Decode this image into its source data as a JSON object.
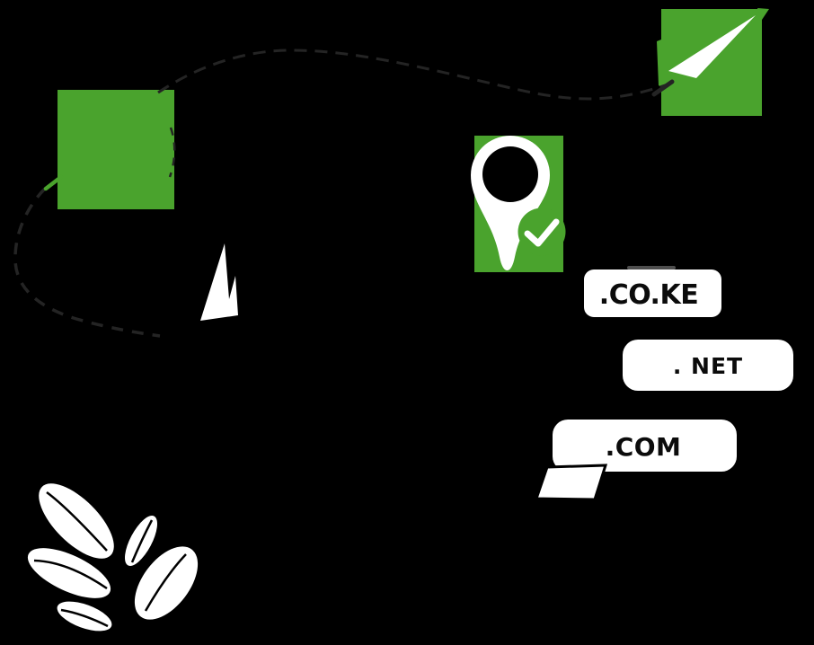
{
  "colors": {
    "background": "#000000",
    "green": "#4aa32d",
    "white": "#ffffff",
    "dash": "#242424",
    "label_text": "#0b0b0b"
  },
  "domain_tags": [
    {
      "label": ".CO.KE"
    },
    {
      "label": ". NET"
    },
    {
      "label": ".COM"
    }
  ],
  "icons": [
    {
      "name": "paper-plane-icon"
    },
    {
      "name": "location-pin-verified-icon"
    },
    {
      "name": "checkmark-icon"
    },
    {
      "name": "leaves-icon"
    },
    {
      "name": "sail-cursor-icon"
    }
  ]
}
